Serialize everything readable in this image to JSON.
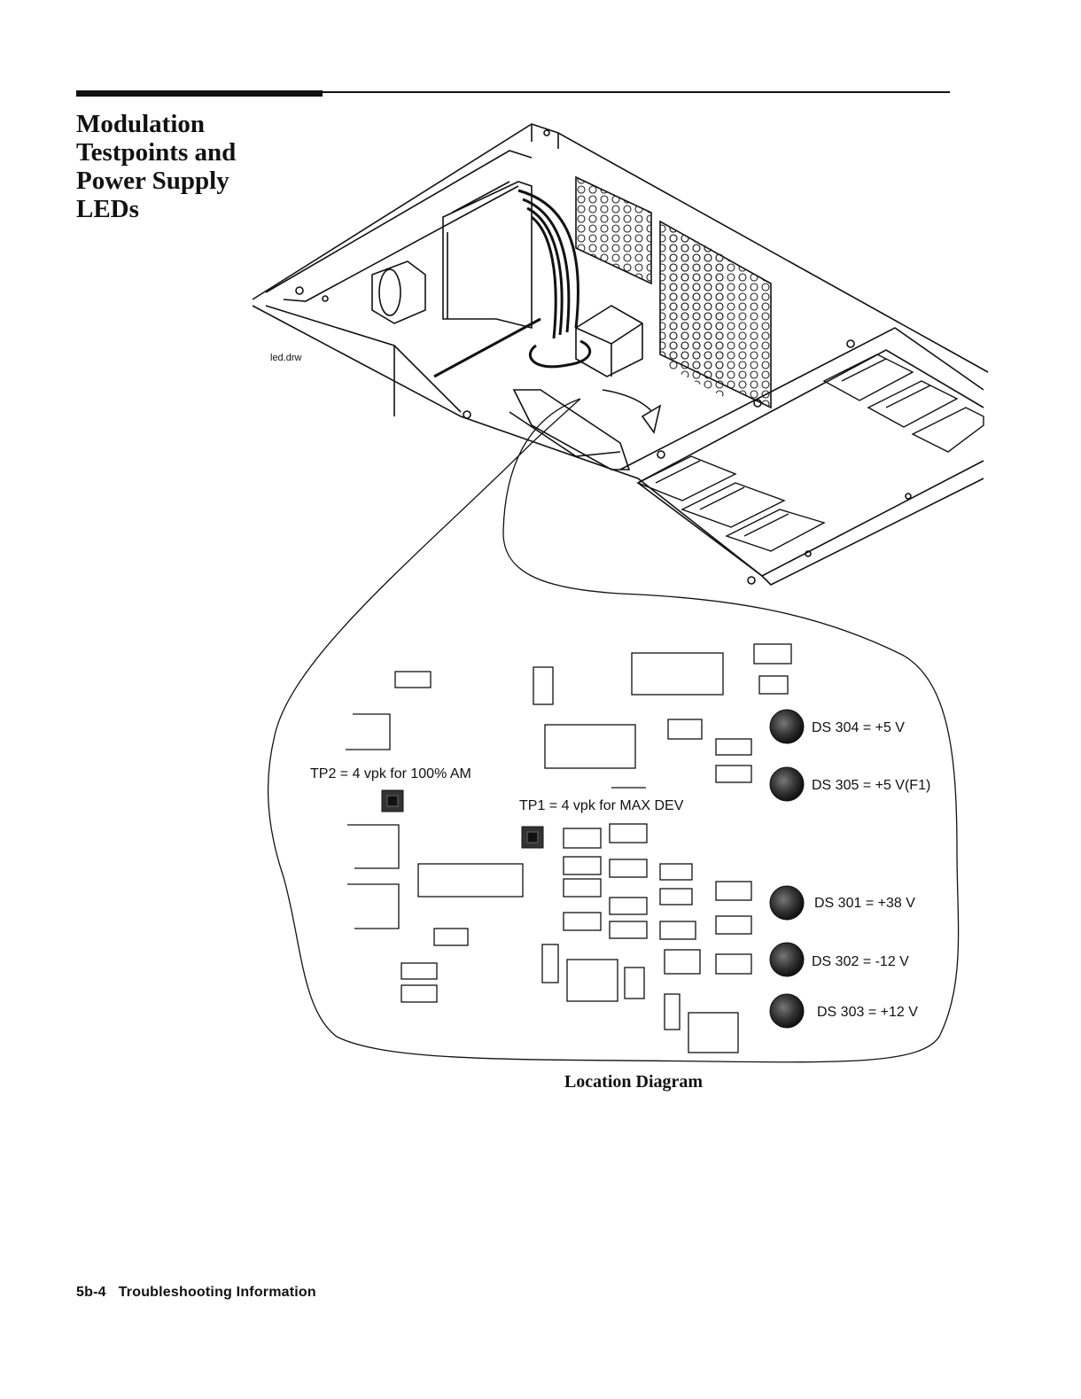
{
  "section": {
    "title_lines": [
      "Modulation",
      "Testpoints and",
      "Power Supply",
      "LEDs"
    ]
  },
  "figure": {
    "file_label": "led.drw",
    "testpoints": [
      {
        "text": "TP2 = 4 vpk for 100% AM"
      },
      {
        "text": "TP1 = 4 vpk for MAX DEV"
      }
    ],
    "leds": [
      {
        "text": "DS 304 = +5 V"
      },
      {
        "text": "DS 305 = +5 V(F1)"
      },
      {
        "text": "DS 301 = +38 V"
      },
      {
        "text": "DS 302 = -12 V"
      },
      {
        "text": "DS 303 = +12 V"
      }
    ],
    "caption": "Location Diagram"
  },
  "footer": {
    "page": "5b-4",
    "section": "Troubleshooting Information"
  }
}
